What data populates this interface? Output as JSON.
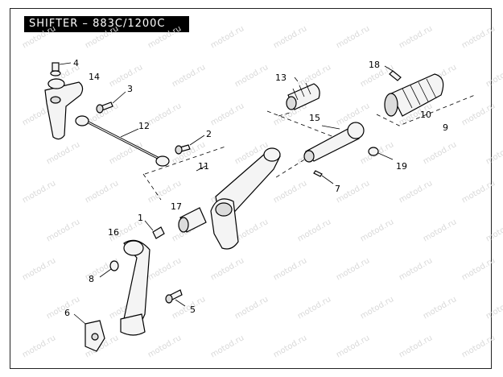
{
  "diagram": {
    "title": "SHIFTER – 883C/1200C",
    "watermark": "motod.ru",
    "callouts": [
      "1",
      "2",
      "3",
      "4",
      "5",
      "6",
      "7",
      "8",
      "9",
      "10",
      "11",
      "12",
      "13",
      "14",
      "15",
      "16",
      "17",
      "18",
      "19"
    ]
  }
}
